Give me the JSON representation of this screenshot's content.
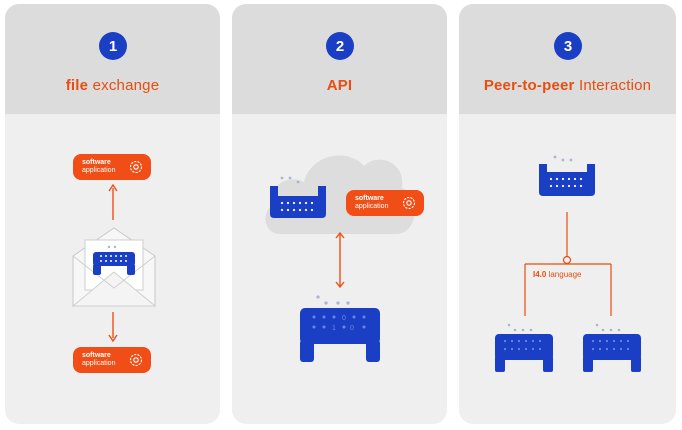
{
  "panels": [
    {
      "number": "1",
      "title_bold": "file",
      "title_rest": " exchange",
      "software_label_1": "software",
      "software_label_2": "application"
    },
    {
      "number": "2",
      "title_bold": "API",
      "title_rest": "",
      "software_label_1": "software",
      "software_label_2": "application"
    },
    {
      "number": "3",
      "title_bold": "Peer-to-peer",
      "title_rest": " Interaction",
      "language_bold": "I4.0",
      "language_rest": " language"
    }
  ],
  "colors": {
    "accent_orange": "#f04e16",
    "device_blue": "#1b3fc4",
    "panel_bg": "#efefef",
    "panel_header_bg": "#dcdcdc"
  },
  "icons": [
    "gear-icon",
    "envelope-icon",
    "cloud-icon",
    "device-icon",
    "arrow-icon"
  ]
}
